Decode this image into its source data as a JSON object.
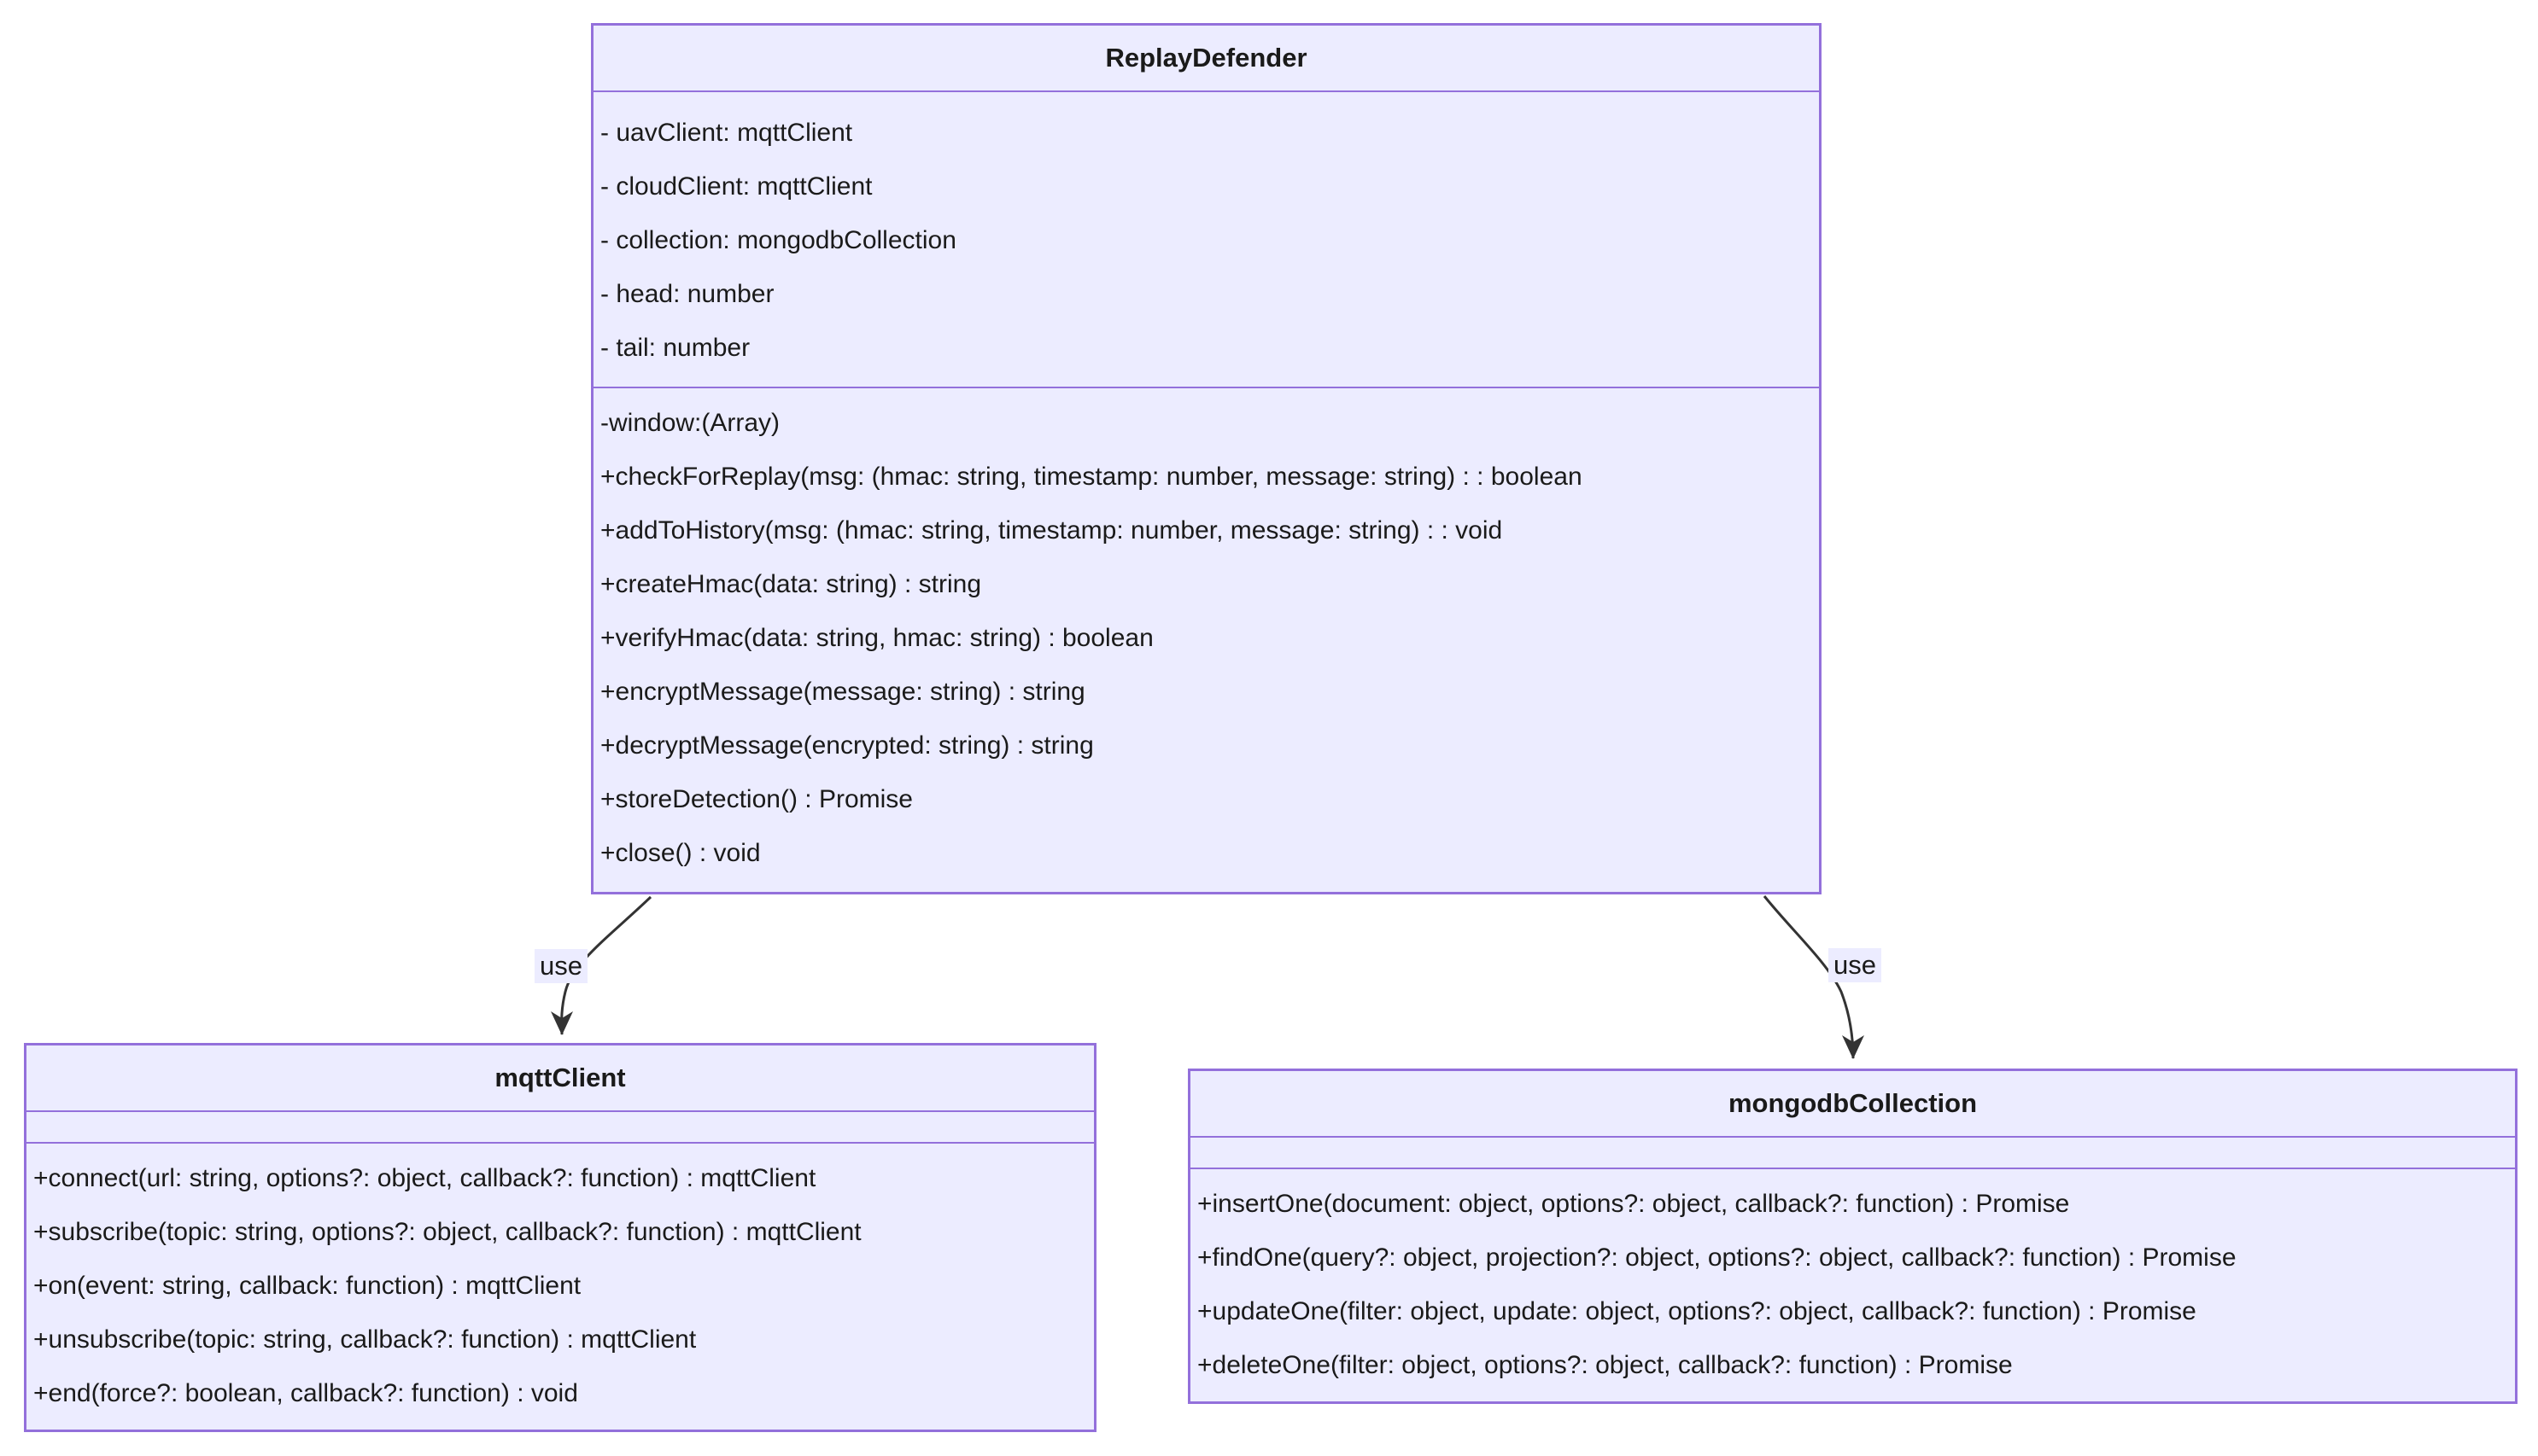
{
  "diagram": {
    "type": "uml-class-diagram",
    "classes": [
      {
        "name": "ReplayDefender",
        "title": "ReplayDefender",
        "attributes": [
          "- uavClient: mqttClient",
          "- cloudClient: mqttClient",
          "- collection: mongodbCollection",
          "- head: number",
          "- tail: number"
        ],
        "methods": [
          "-window:(Array)",
          "+checkForReplay(msg: (hmac: string, timestamp: number, message: string) : : boolean",
          "+addToHistory(msg: (hmac: string, timestamp: number, message: string) : : void",
          "+createHmac(data: string) : string",
          "+verifyHmac(data: string, hmac: string) : boolean",
          "+encryptMessage(message: string) : string",
          "+decryptMessage(encrypted: string) : string",
          "+storeDetection() : Promise",
          "+close() : void"
        ]
      },
      {
        "name": "mqttClient",
        "title": "mqttClient",
        "attributes": [],
        "methods": [
          "+connect(url: string, options?: object, callback?: function) : mqttClient",
          "+subscribe(topic: string, options?: object, callback?: function) : mqttClient",
          "+on(event: string, callback: function) : mqttClient",
          "+unsubscribe(topic: string, callback?: function) : mqttClient",
          "+end(force?: boolean, callback?: function) : void"
        ]
      },
      {
        "name": "mongodbCollection",
        "title": "mongodbCollection",
        "attributes": [],
        "methods": [
          "+insertOne(document: object, options?: object, callback?: function) : Promise",
          "+findOne(query?: object, projection?: object, options?: object, callback?: function) : Promise",
          "+updateOne(filter: object, update: object, options?: object, callback?: function) : Promise",
          "+deleteOne(filter: object, options?: object, callback?: function) : Promise"
        ]
      }
    ],
    "edges": [
      {
        "from": "ReplayDefender",
        "to": "mqttClient",
        "label": "use",
        "style": "dependency-arrow"
      },
      {
        "from": "ReplayDefender",
        "to": "mongodbCollection",
        "label": "use",
        "style": "dependency-arrow"
      }
    ],
    "colors": {
      "box_fill": "#ECECFF",
      "box_border": "#9370DB",
      "text": "#1A1A1A",
      "arrow": "#333333",
      "edge_label_bg": "#ECECFF",
      "background": "#FFFFFF"
    }
  }
}
